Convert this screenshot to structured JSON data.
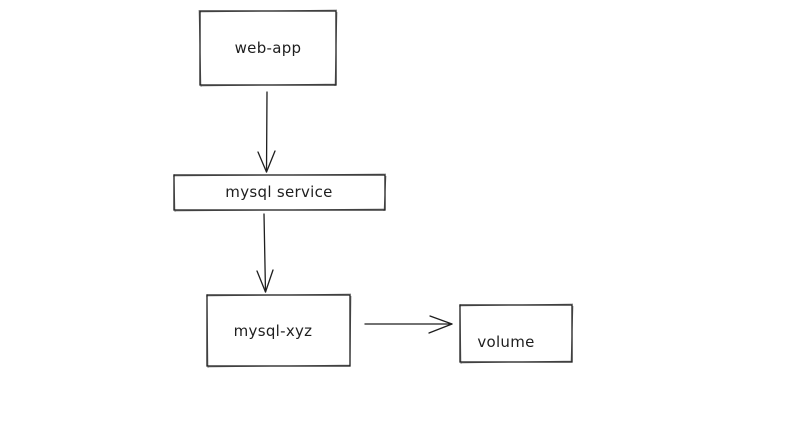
{
  "diagram": {
    "nodes": [
      {
        "id": "web-app",
        "label": "web-app"
      },
      {
        "id": "mysql-service",
        "label": "mysql service"
      },
      {
        "id": "mysql-xyz",
        "label": "mysql-xyz"
      },
      {
        "id": "volume",
        "label": "volume"
      }
    ],
    "edges": [
      {
        "from": "web-app",
        "to": "mysql-service"
      },
      {
        "from": "mysql-service",
        "to": "mysql-xyz"
      },
      {
        "from": "mysql-xyz",
        "to": "volume"
      }
    ]
  }
}
